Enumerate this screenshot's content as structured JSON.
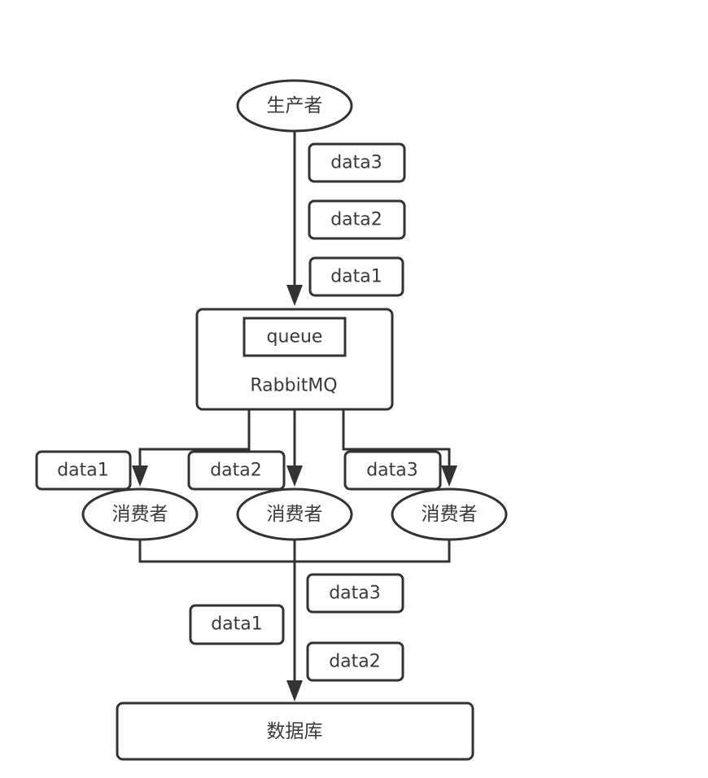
{
  "diagram": {
    "producer": {
      "label": "生产者"
    },
    "broker": {
      "label": "RabbitMQ",
      "queue_label": "queue"
    },
    "producer_messages": [
      "data3",
      "data2",
      "data1"
    ],
    "consumers": [
      {
        "label": "消费者",
        "message": "data1"
      },
      {
        "label": "消费者",
        "message": "data2"
      },
      {
        "label": "消费者",
        "message": "data3"
      }
    ],
    "database_messages": {
      "left": "data1",
      "right_top": "data3",
      "right_bottom": "data2"
    },
    "database": {
      "label": "数据库"
    },
    "colors": {
      "stroke": "#333333",
      "text": "#3a3a3a",
      "background": "#ffffff"
    }
  }
}
